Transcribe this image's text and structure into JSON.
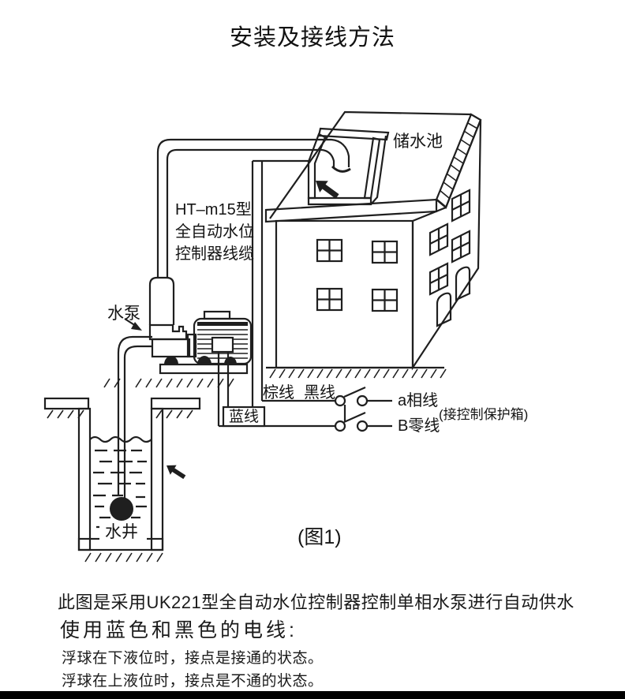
{
  "title": "安装及接线方法",
  "diagram": {
    "labels": {
      "tank": "储水池",
      "cable_line1": "HT–m15型",
      "cable_line2": "全自动水位",
      "cable_line3": "控制器线缆",
      "pump": "水泵",
      "well": "水井",
      "blue_wire": "蓝线",
      "brown_wire": "棕线",
      "black_wire": "黑线",
      "phase_wire": "a相线",
      "neutral_wire": "B零线",
      "control_box_note": "(接控制保护箱)",
      "caption": "(图1)"
    }
  },
  "description": {
    "line1": "此图是采用UK221型全自动水位控制器控制单相水泵进行自动供水",
    "line2": "使用蓝色和黑色的电线:",
    "line3": "浮球在下液位时，接点是接通的状态。",
    "line4": "浮球在上液位时，接点是不通的状态。"
  },
  "colors": {
    "ink": "#1f1f1f",
    "background": "#ffffff",
    "footer_bar": "#000000"
  }
}
